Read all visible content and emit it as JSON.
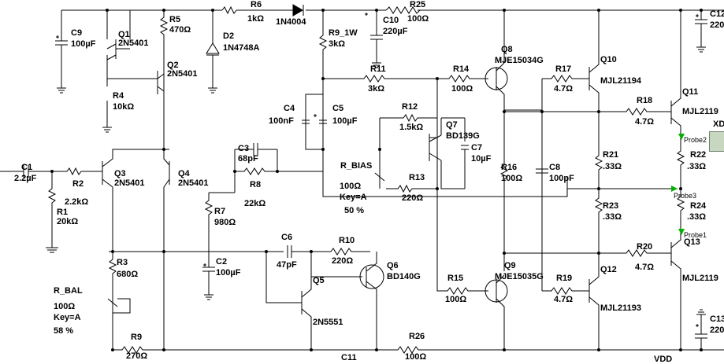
{
  "labels": {
    "r6_ref": "R6",
    "r6_val": "1kΩ",
    "d1_part": "1N4004",
    "r25_ref": "R25",
    "r25_val": "100Ω",
    "c12_ref": "C12",
    "c12_val": "220",
    "c9_ref": "C9",
    "c9_val": "100µF",
    "q1_ref": "Q1",
    "q1_part": "2N5401",
    "r5_ref": "R5",
    "r5_val": "470Ω",
    "q2_ref": "Q2",
    "q2_part": "2N5401",
    "d2_ref": "D2",
    "d2_part": "1N4748A",
    "r9_ref": "R9_1W",
    "r9_val": "3kΩ",
    "c10_ref": "C10",
    "c10_val": "220µF",
    "q8_ref": "Q8",
    "q8_part": "MJE15034G",
    "q10_ref": "Q10",
    "q10_part": "MJL21194",
    "r4_ref": "R4",
    "r4_val": "10kΩ",
    "r11_ref": "R11",
    "r11_val": "3kΩ",
    "r14_ref": "R14",
    "r14_val": "100Ω",
    "r17_ref": "R17",
    "r17_val": "4.7Ω",
    "q11_ref": "Q11",
    "q11_part": "MJL2119",
    "c4_ref": "C4",
    "c4_val": "100nF",
    "c5_ref": "C5",
    "c5_val": "100µF",
    "r12_ref": "R12",
    "r12_val": "1.5kΩ",
    "q7_ref": "Q7",
    "q7_part": "BD139G",
    "c7_ref": "C7",
    "c7_val": "10µF",
    "r18_ref": "R18",
    "r18_val": "4.7Ω",
    "xd_label": "XD",
    "probe2": "Probe2",
    "c3_ref": "C3",
    "c3_val": "68pF",
    "r21_ref": "R21",
    "r21_val": ".33Ω",
    "r22_ref": "R22",
    "r22_val": ".33Ω",
    "c1_ref": "C1",
    "c1_val": "2.2µF",
    "q3_ref": "Q3",
    "q3_part": "2N5401",
    "q4_ref": "Q4",
    "q4_part": "2N5401",
    "r8_ref": "R8",
    "r8_val": "22kΩ",
    "rbias_ref": "R_BIAS",
    "r13_ref": "R13",
    "r13_val": "220Ω",
    "r16_ref": "R16",
    "r16_val": "100Ω",
    "c8_ref": "C8",
    "c8_val": "100pF",
    "r2_ref": "R2",
    "r2_val": "2.2kΩ",
    "r1_ref": "R1",
    "r1_val": "20kΩ",
    "rbias_val": "100Ω",
    "rbias_key": "Key=A",
    "rbias_pct": "50 %",
    "r7_ref": "R7",
    "r7_val": "980Ω",
    "probe3": "Probe3",
    "r24_ref": "R24",
    "r24_val": ".33Ω",
    "r23_ref": "R23",
    "r23_val": ".33Ω",
    "probe1": "Probe1",
    "q13_ref": "Q13",
    "r3_ref": "R3",
    "r3_val": "680Ω",
    "c2_ref": "C2",
    "c2_val": "100µF",
    "c6_ref": "C6",
    "c6_val": "47pF",
    "r10_ref": "R10",
    "r10_val": "220Ω",
    "q6_ref": "Q6",
    "q6_part": "BD140G",
    "q9_ref": "Q9",
    "q9_part": "MJE15035G",
    "r20_ref": "R20",
    "r20_val": "4.7Ω",
    "q12_ref": "Q12",
    "q12_part": "MJL21193",
    "mjl_right": "MJL2119",
    "q5_ref": "Q5",
    "q5_part": "2N5551",
    "r15_ref": "R15",
    "r15_val": "100Ω",
    "r19_ref": "R19",
    "r19_val": "4.7Ω",
    "rbal_ref": "R_BAL",
    "rbal_val": "100Ω",
    "rbal_key": "Key=A",
    "rbal_pct": "58 %",
    "c13_ref": "C13",
    "c13_val": "220",
    "r9b_ref": "R9",
    "r9b_val": "270Ω",
    "c11_ref": "C11",
    "r26_ref": "R26",
    "r26_val": "100Ω",
    "vdd": "VDD"
  },
  "colors": {
    "wire": "#000000",
    "probe_arrow": "#00b000",
    "background": "#ffffff"
  }
}
